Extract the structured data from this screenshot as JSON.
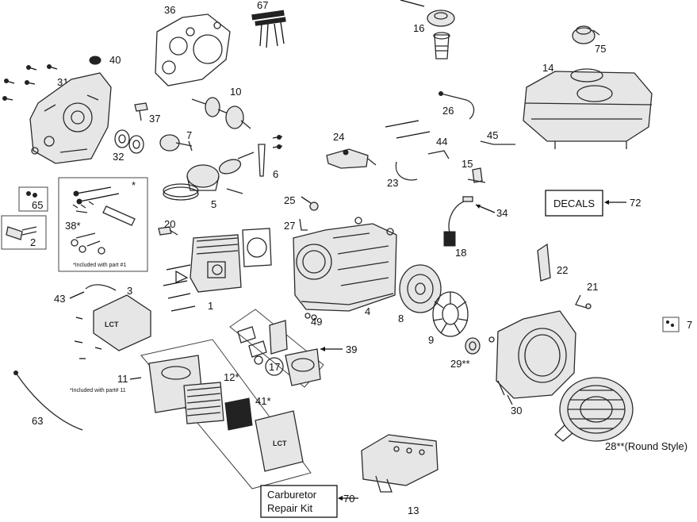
{
  "parts": {
    "p1": "1",
    "p2": "2",
    "p3": "3",
    "p4": "4",
    "p5": "5",
    "p6": "6",
    "p7": "7",
    "p8": "8",
    "p9": "9",
    "p10": "10",
    "p11": "11",
    "p12": "12*",
    "p13": "13",
    "p14": "14",
    "p15": "15",
    "p16": "16",
    "p17": "17",
    "p18": "18",
    "p20": "20",
    "p21": "21",
    "p22": "22",
    "p23": "23",
    "p24": "24",
    "p25": "25",
    "p26": "26",
    "p27": "27",
    "p28": "28**(Round Style)",
    "p29": "29**",
    "p30": "30",
    "p31": "31",
    "p32": "32",
    "p34": "34",
    "p36": "36",
    "p37": "37",
    "p38": "38*",
    "p39": "39",
    "p40": "40",
    "p41": "41*",
    "p43": "43",
    "p44": "44",
    "p45": "45",
    "p49": "49",
    "p63": "63",
    "p65": "65",
    "p67": "67",
    "p70": "70",
    "p72": "72",
    "p75": "75",
    "p7x": "7"
  },
  "notes": {
    "asterisk": "*",
    "included_part1": "*Included with part #1",
    "included_part11": "*Included with part# 11"
  },
  "boxes": {
    "decals": "DECALS",
    "carb_line1": "Carburetor",
    "carb_line2": "Repair Kit"
  },
  "brand_mark": "LCT"
}
